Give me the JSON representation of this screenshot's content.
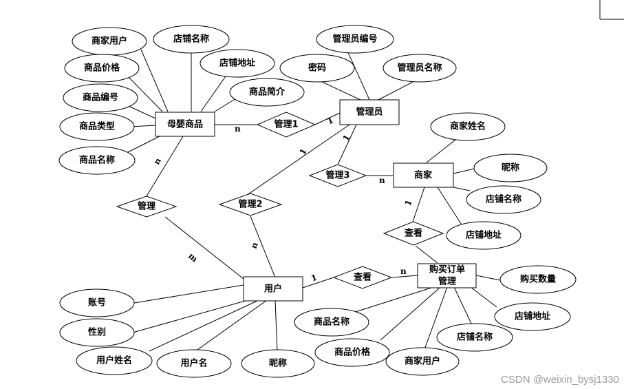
{
  "entities": {
    "muying": "母婴商品",
    "admin": "管理员",
    "merchant": "商家",
    "order": [
      "购买订单",
      "管理"
    ],
    "user": "用户"
  },
  "relationships": {
    "guanli1": "管理1",
    "guanli2": "管理2",
    "guanli3": "管理3",
    "guanli": "管理",
    "chakan_merchant": "查看",
    "chakan_user": "查看"
  },
  "attributes": {
    "product_merchant_user": "商家用户",
    "product_store_name": "店铺名称",
    "product_price": "商品价格",
    "product_store_addr": "店铺地址",
    "product_no": "商品编号",
    "product_intro": "商品简介",
    "product_type": "商品类型",
    "product_name": "商品名称",
    "admin_no": "管理员编号",
    "admin_pwd": "密码",
    "admin_name": "管理员名称",
    "merchant_name": "商家姓名",
    "merchant_nick": "昵称",
    "merchant_store_name": "店铺名称",
    "merchant_store_addr": "店铺地址",
    "order_qty": "购买数量",
    "order_store_addr": "店铺地址",
    "order_store_name": "店铺名称",
    "order_product_name": "商品名称",
    "order_price": "商品价格",
    "order_merchant_user": "商家用户",
    "user_account": "账号",
    "user_gender": "性别",
    "user_realname": "用户姓名",
    "user_username": "用户名",
    "user_nick": "昵称"
  },
  "cardinality": {
    "n": "n",
    "one": "1",
    "m": "m"
  },
  "watermark": "CSDN @weixin_bysj1330"
}
